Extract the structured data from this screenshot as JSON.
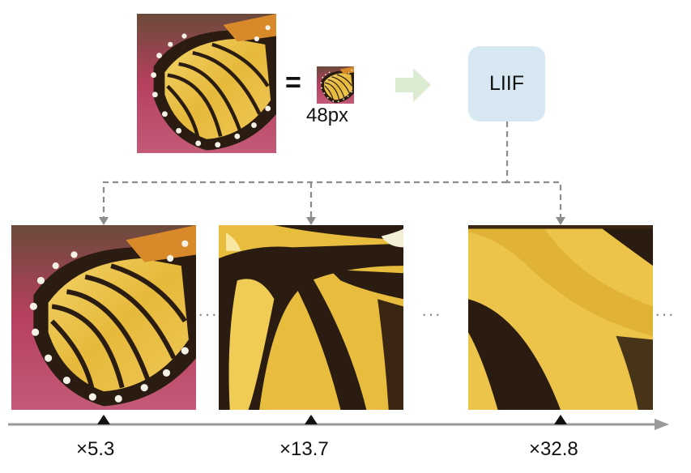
{
  "input": {
    "equals": "=",
    "size_label": "48px"
  },
  "model": {
    "label": "LIIF"
  },
  "outputs": [
    {
      "scale_label": "×5.3"
    },
    {
      "scale_label": "×13.7"
    },
    {
      "scale_label": "×32.8"
    }
  ],
  "ellipsis": "···",
  "colors": {
    "model_box": "#d7e8f3",
    "arrow_green": "#dcecd2",
    "connector": "#8c8c8c",
    "axis": "#999999",
    "wing_yellow": "#e8bd3e",
    "wing_black": "#2a1c10",
    "flower_pink": "#b8405f"
  }
}
